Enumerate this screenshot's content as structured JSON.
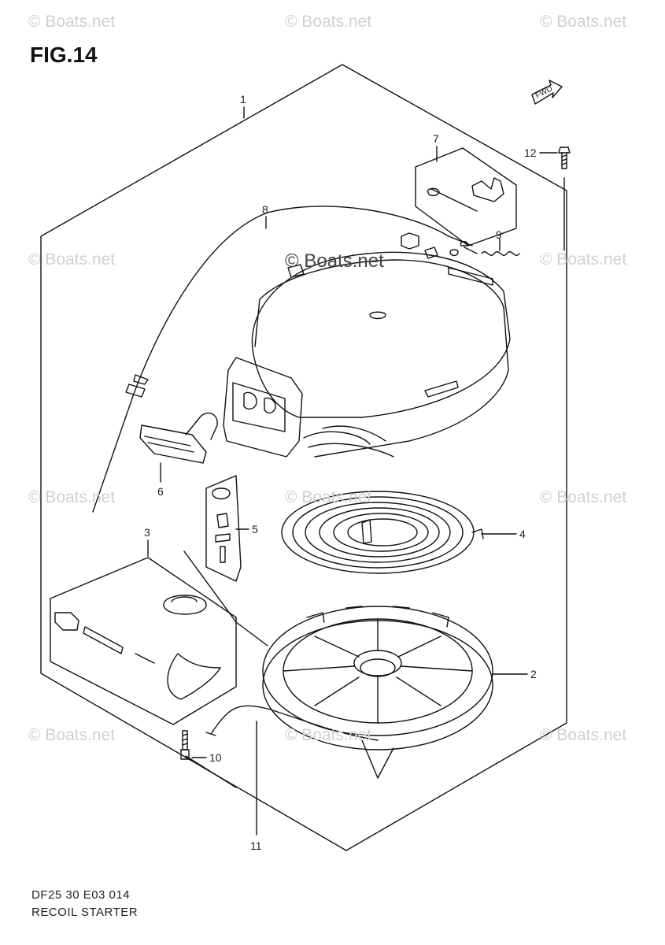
{
  "figure": {
    "title": "FIG.14",
    "watermark": "© Boats.net",
    "center_watermark": "© Boats.net",
    "fwd_label": "FWD",
    "code": "DF25 30 E03 014",
    "caption": "RECOIL STARTER"
  },
  "callouts": {
    "c1": "1",
    "c2": "2",
    "c3": "3",
    "c4": "4",
    "c5": "5",
    "c6": "6",
    "c7": "7",
    "c8": "8",
    "c9": "9",
    "c10": "10",
    "c11": "11",
    "c12": "12"
  }
}
